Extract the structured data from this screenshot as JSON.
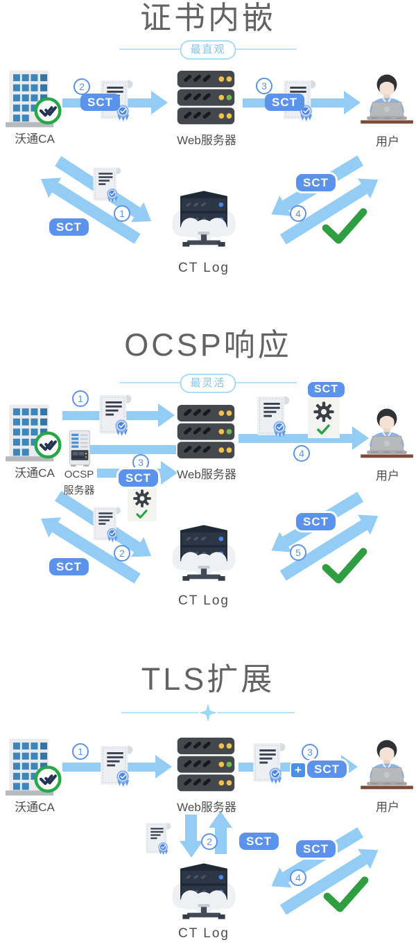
{
  "page": {
    "kind": "certificate-transparency-sct-delivery-infographic",
    "background": "#ffffff"
  },
  "palette": {
    "arrow_blue": "#93cdf5",
    "sct_badge_blue": "#5b92ec",
    "title_gray": "#636363",
    "tagline_blue": "#7fc4ea",
    "label_gray": "#4e4e4e",
    "ca_badge_green": "#27a846",
    "big_check_green": "#2f9e41",
    "ribbon_blue": "#4a87e8"
  },
  "shared": {
    "sct_label": "SCT",
    "plus_label": "+",
    "ca_label": "沃通CA",
    "web_label": "Web服务器",
    "user_label": "用户",
    "ctlog_label": "CT Log",
    "ocsp_label_line1": "OCSP",
    "ocsp_label_line2": "服务器"
  },
  "sections": [
    {
      "title": "证书内嵌",
      "tagline": "最直观",
      "steps": {
        "s1": "1",
        "s2": "2",
        "s3": "3",
        "s4": "4"
      }
    },
    {
      "title": "OCSP响应",
      "tagline": "最灵活",
      "steps": {
        "s1": "1",
        "s2": "2",
        "s3": "3",
        "s4": "4",
        "s5": "5"
      }
    },
    {
      "title": "TLS扩展",
      "steps": {
        "s1": "1",
        "s2": "2",
        "s3": "3",
        "s4": "4"
      }
    }
  ]
}
